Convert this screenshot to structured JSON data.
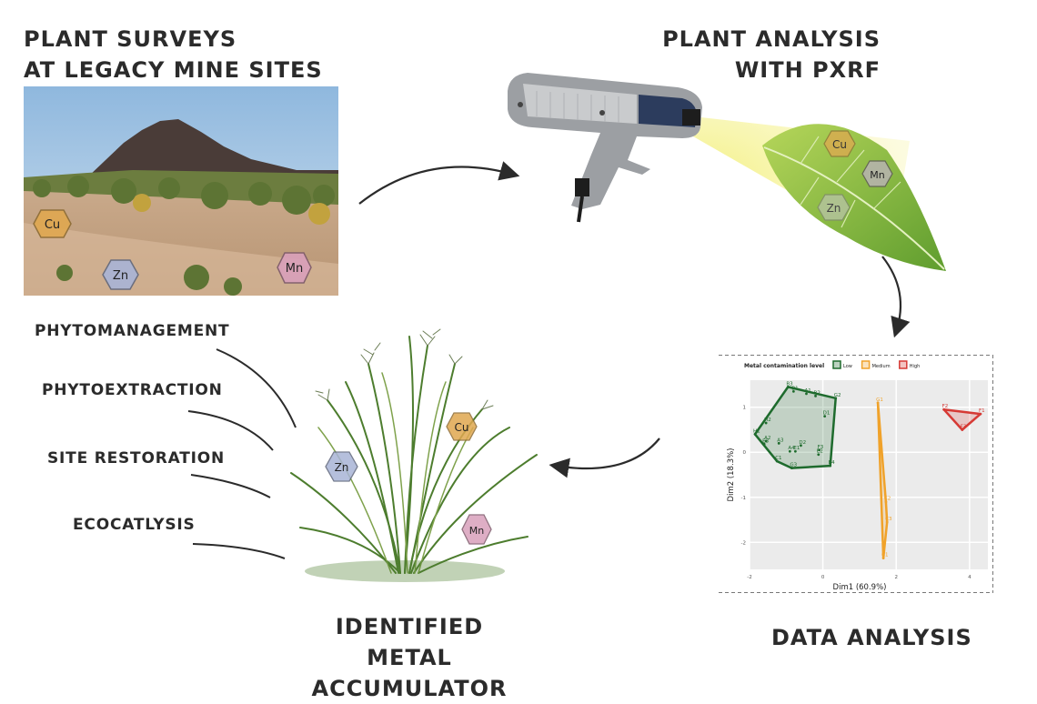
{
  "titles": {
    "surveys_line1": "PLANT SURVEYS",
    "surveys_line2": "AT LEGACY MINE SITES",
    "analysis_line1": "PLANT ANALYSIS",
    "analysis_line2": "WITH PXRF",
    "accumulator_line1": "IDENTIFIED METAL",
    "accumulator_line2": "ACCUMULATOR",
    "data_analysis": "DATA ANALYSIS"
  },
  "applications": [
    "PHYTOMANAGEMENT",
    "PHYTOEXTRACTION",
    "SITE RESTORATION",
    "ECOCATLYSIS"
  ],
  "elements": {
    "cu": {
      "label": "Cu",
      "color": "#e0a850"
    },
    "zn": {
      "label": "Zn",
      "color": "#a9b4d6"
    },
    "mn": {
      "label": "Mn",
      "color": "#d9a0bb"
    }
  },
  "colors": {
    "low": "#1e6b2d",
    "medium": "#f0a22a",
    "high": "#d63a35"
  },
  "chart_data": {
    "type": "scatter",
    "xlabel": "Dim1 (60.9%)",
    "ylabel": "Dim2 (18.3%)",
    "legend_title": "Metal contamination level",
    "legend_placement": "top",
    "xticks": [
      "-2",
      "0",
      "2",
      "4"
    ],
    "yticks": [
      "1",
      "0",
      "-1",
      "-2"
    ],
    "xlim": [
      -2,
      4.5
    ],
    "ylim": [
      -2.6,
      1.6
    ],
    "grid": true,
    "series": [
      {
        "name": "Low",
        "color": "#1e6b2d",
        "points": [
          {
            "label": "B3",
            "x": -0.95,
            "y": 1.45
          },
          {
            "label": "B1",
            "x": -0.8,
            "y": 1.35
          },
          {
            "label": "A1",
            "x": -0.45,
            "y": 1.3
          },
          {
            "label": "B2",
            "x": -0.2,
            "y": 1.25
          },
          {
            "label": "G2",
            "x": 0.35,
            "y": 1.2
          },
          {
            "label": "D1",
            "x": 0.05,
            "y": 0.8
          },
          {
            "label": "H2",
            "x": -1.55,
            "y": 0.65
          },
          {
            "label": "H1",
            "x": -1.85,
            "y": 0.4
          },
          {
            "label": "A2",
            "x": -1.55,
            "y": 0.25
          },
          {
            "label": "E3",
            "x": -1.6,
            "y": 0.18
          },
          {
            "label": "A3",
            "x": -1.2,
            "y": 0.2
          },
          {
            "label": "D2",
            "x": -0.6,
            "y": 0.15
          },
          {
            "label": "A4",
            "x": -0.9,
            "y": 0.02
          },
          {
            "label": "E1",
            "x": -0.75,
            "y": 0.02
          },
          {
            "label": "F3",
            "x": -0.1,
            "y": 0.05
          },
          {
            "label": "E2",
            "x": -0.12,
            "y": -0.05
          },
          {
            "label": "C1",
            "x": -1.25,
            "y": -0.2
          },
          {
            "label": "G3",
            "x": -0.85,
            "y": -0.35
          },
          {
            "label": "E4",
            "x": 0.2,
            "y": -0.3
          }
        ]
      },
      {
        "name": "Medium",
        "color": "#f0a22a",
        "points": [
          {
            "label": "G1",
            "x": 1.5,
            "y": 1.1
          },
          {
            "label": "C2",
            "x": 1.72,
            "y": -1.1
          },
          {
            "label": "C3",
            "x": 1.75,
            "y": -1.55
          },
          {
            "label": "C1",
            "x": 1.65,
            "y": -2.35
          }
        ]
      },
      {
        "name": "High",
        "color": "#d63a35",
        "points": [
          {
            "label": "F2",
            "x": 3.3,
            "y": 0.95
          },
          {
            "label": "F1",
            "x": 4.3,
            "y": 0.85
          },
          {
            "label": "F3",
            "x": 3.8,
            "y": 0.5
          }
        ]
      }
    ]
  }
}
